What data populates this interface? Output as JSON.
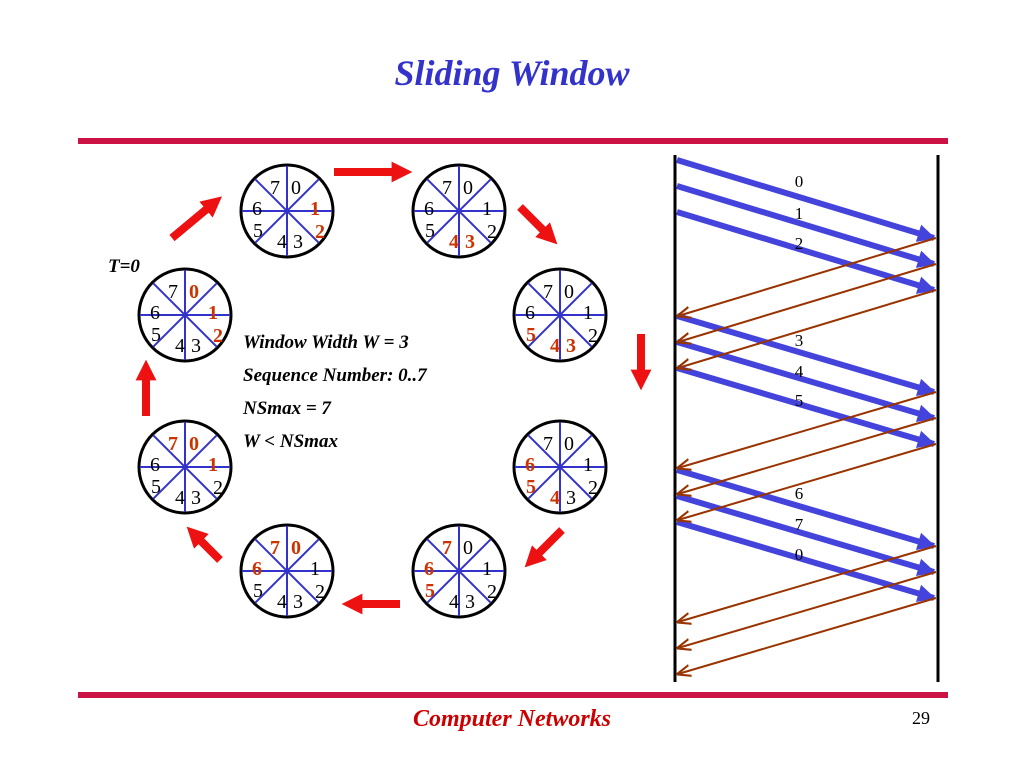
{
  "title": "Sliding Window",
  "footer": "Computer Networks",
  "page_number": "29",
  "t0_label": "T=0",
  "info_lines": [
    "Window Width W = 3",
    "Sequence Number: 0..7",
    "NSmax = 7",
    "W < NSmax"
  ],
  "colors": {
    "title": "#3333cc",
    "rule": "#cc1144",
    "footer": "#cc0000",
    "spoke": "#3333cc",
    "window_number": "#cc3300",
    "normal_number": "#000000",
    "state_arrow": "#ee1111",
    "frame_arrow": "#4444dd",
    "ack_arrow": "#993300"
  },
  "wheels": [
    {
      "id": "t0",
      "window": [
        0,
        1,
        2
      ]
    },
    {
      "id": "s1",
      "window": [
        1,
        2
      ]
    },
    {
      "id": "s2",
      "window": [
        3,
        4
      ]
    },
    {
      "id": "s3",
      "window": [
        3,
        4,
        5
      ]
    },
    {
      "id": "s4",
      "window": [
        4,
        5,
        6
      ]
    },
    {
      "id": "s5",
      "window": [
        5,
        6,
        7
      ]
    },
    {
      "id": "s6",
      "window": [
        6,
        7,
        0
      ]
    },
    {
      "id": "s7",
      "window": [
        7,
        0,
        1
      ]
    }
  ],
  "frame_labels": [
    "0",
    "1",
    "2",
    "3",
    "4",
    "5",
    "6",
    "7",
    "0"
  ]
}
